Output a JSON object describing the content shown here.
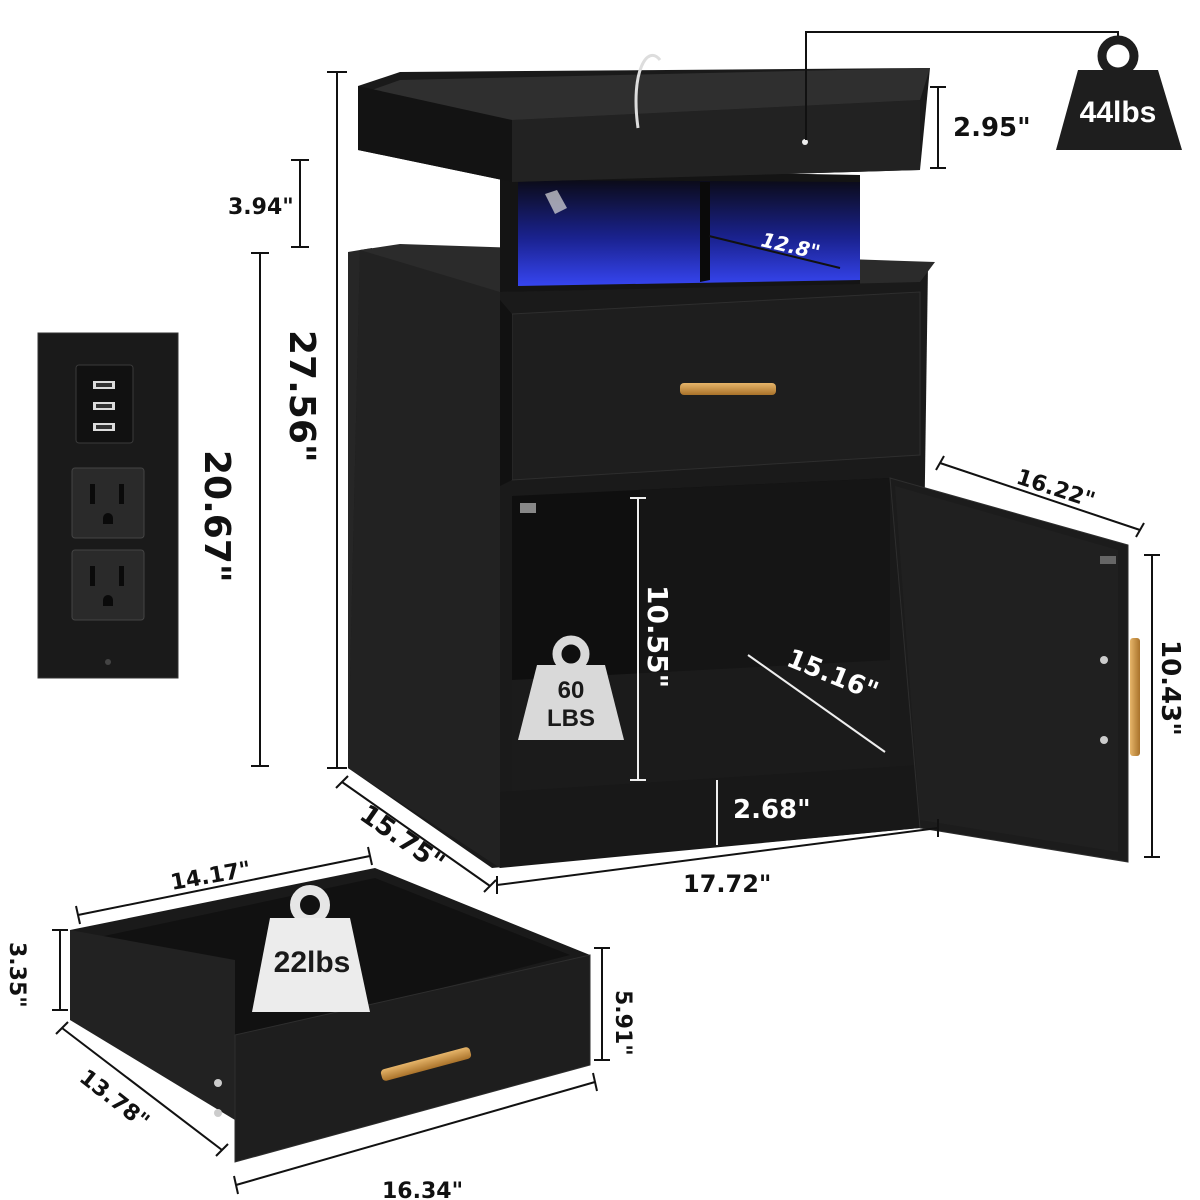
{
  "dimensions": {
    "total_height": "27.56\"",
    "top_tray_height": "2.95\"",
    "riser_height": "3.94\"",
    "cabinet_height": "20.67\"",
    "open_shelf_width": "12.8\"",
    "door_width": "16.22\"",
    "door_height": "10.43\"",
    "cabinet_inner_height": "10.55\"",
    "cabinet_inner_depth": "15.16\"",
    "base_height": "2.68\"",
    "depth": "15.75\"",
    "width": "17.72\"",
    "drawer_width": "14.17\"",
    "drawer_inner_height": "3.35\"",
    "drawer_front_height": "5.91\"",
    "drawer_depth": "13.78\"",
    "drawer_front_width": "16.34\""
  },
  "weights": {
    "top_capacity": "44lbs",
    "cabinet_capacity_value": "60",
    "cabinet_capacity_unit": "LBS",
    "drawer_capacity": "22lbs"
  },
  "colors": {
    "body": "#1c1c1c",
    "led": "#2d3bd6",
    "handle": "#c9913f",
    "weight_dark": "#1e1e1e",
    "weight_light": "#d9d9d9"
  },
  "icons": [
    "weight-icon",
    "usb-port-icon",
    "power-outlet-icon"
  ]
}
